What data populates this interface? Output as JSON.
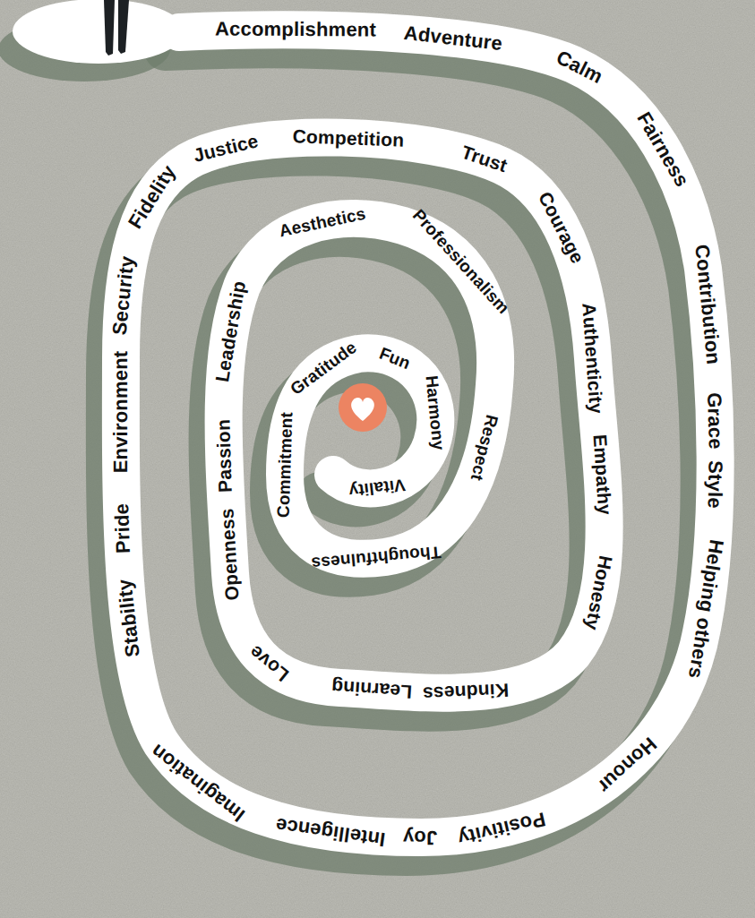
{
  "diagram": {
    "labels": [
      "Accomplishment",
      "Adventure",
      "Calm",
      "Fairness",
      "Contribution",
      "Grace",
      "Style",
      "Helping others",
      "Honour",
      "Positivity",
      "Joy",
      "Intelligence",
      "Imagination",
      "Stability",
      "Pride",
      "Environment",
      "Security",
      "Fidelity",
      "Justice",
      "Competition",
      "Trust",
      "Courage",
      "Authenticity",
      "Empathy",
      "Honesty",
      "Kindness",
      "Learning",
      "Love",
      "Openness",
      "Passion",
      "Leadership",
      "Aesthetics",
      "Professionalism",
      "Respect",
      "Thoughtfulness",
      "Commitment",
      "Gratitude",
      "Fun",
      "Harmony",
      "Vitality"
    ]
  }
}
